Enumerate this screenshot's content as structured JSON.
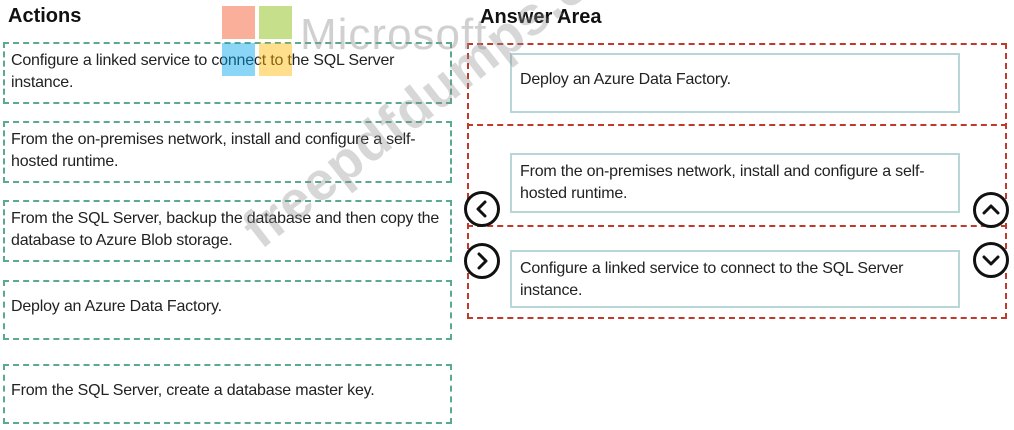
{
  "headings": {
    "actions": "Actions",
    "answer_area": "Answer Area"
  },
  "actions": [
    {
      "text": "Configure a linked service to connect to the SQL Server instance."
    },
    {
      "text": "From the on-premises network, install and configure a self-hosted runtime."
    },
    {
      "text": "From the SQL Server, backup the database and then copy the database to Azure Blob storage."
    },
    {
      "text": "Deploy an Azure Data Factory."
    },
    {
      "text": "From the SQL Server, create a database master key."
    }
  ],
  "answer_area": [
    {
      "text": "Deploy an Azure Data Factory."
    },
    {
      "text": "From the on-premises network, install and configure a self-hosted runtime."
    },
    {
      "text": "Configure a linked service to connect to the SQL Server instance."
    }
  ],
  "controls": {
    "move_left_icon": "chevron-left-icon",
    "move_right_icon": "chevron-right-icon",
    "move_up_icon": "chevron-up-icon",
    "move_down_icon": "chevron-down-icon"
  },
  "watermark": {
    "brand": "Microsoft",
    "site": "freepdfdumps.com"
  },
  "colors": {
    "action_border": "#5aaa8c",
    "answer_border": "#c0392b",
    "answer_item_border": "#b8d6d8",
    "logo_red": "#f25022",
    "logo_green": "#7fba00",
    "logo_blue": "#00a4ef",
    "logo_yellow": "#ffb900"
  }
}
